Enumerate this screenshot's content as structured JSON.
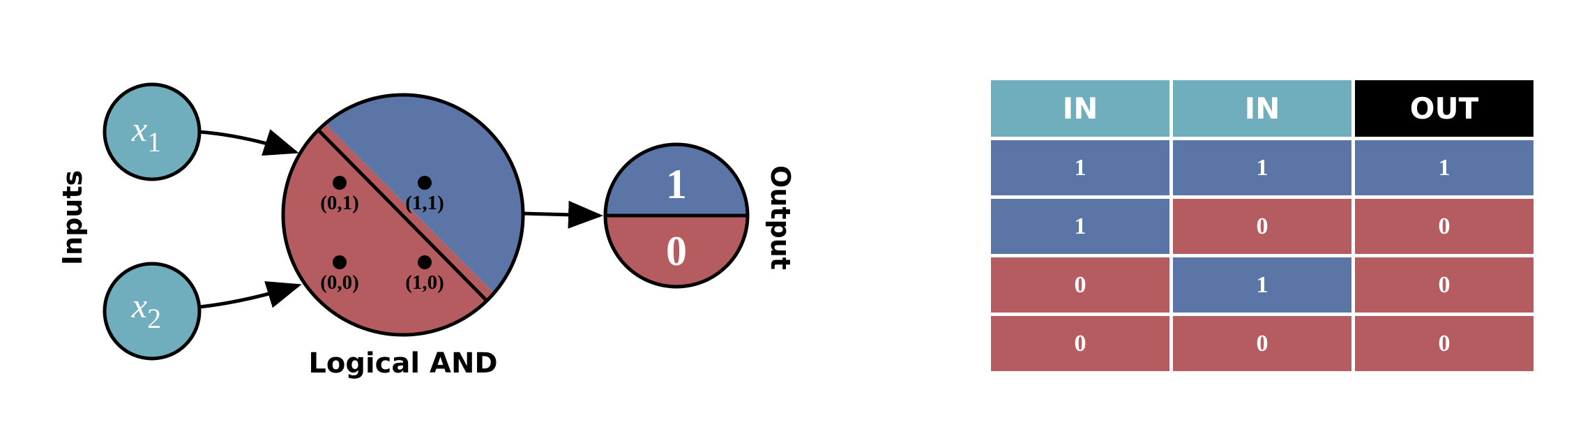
{
  "colors": {
    "input_node": "#70adbd",
    "true_region": "#5b76a6",
    "false_region": "#b55c61",
    "header_out": "#000000",
    "stroke": "#000000"
  },
  "inputs_label": "Inputs",
  "output_label": "Output",
  "perceptron_label": "Logical AND",
  "input_nodes": [
    {
      "var": "x",
      "sub": "1"
    },
    {
      "var": "x",
      "sub": "2"
    }
  ],
  "points": {
    "p01": "(0,1)",
    "p11": "(1,1)",
    "p00": "(0,0)",
    "p10": "(1,0)"
  },
  "output_values": {
    "top": "1",
    "bottom": "0"
  },
  "truth_table": {
    "headers": [
      "IN",
      "IN",
      "OUT"
    ],
    "rows": [
      [
        "1",
        "1",
        "1"
      ],
      [
        "1",
        "0",
        "0"
      ],
      [
        "0",
        "1",
        "0"
      ],
      [
        "0",
        "0",
        "0"
      ]
    ]
  }
}
